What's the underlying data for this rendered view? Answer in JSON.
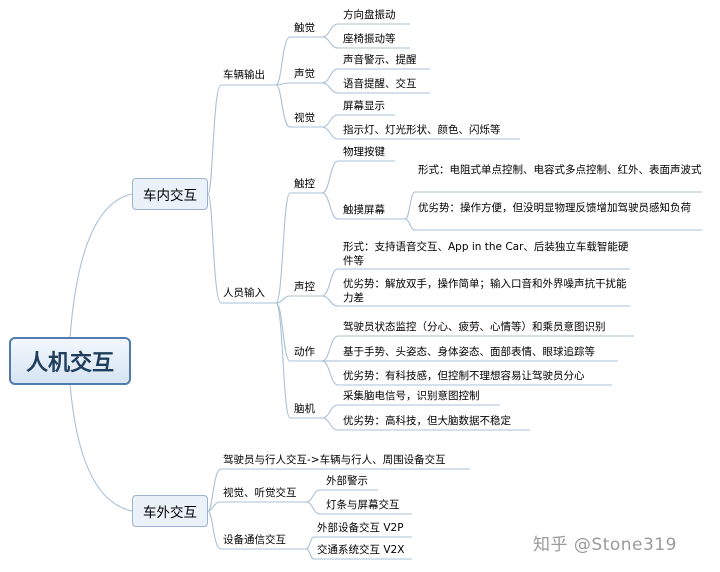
{
  "root": "人机交互",
  "in_car": {
    "label": "车内交互",
    "vehicle_output": {
      "label": "车辆输出",
      "touch": {
        "label": "触觉",
        "items": [
          "方向盘振动",
          "座椅振动等"
        ]
      },
      "sound": {
        "label": "声觉",
        "items": [
          "声音警示、提醒",
          "语音提醒、交互"
        ]
      },
      "visual": {
        "label": "视觉",
        "items": [
          "屏幕显示",
          "指示灯、灯光形状、颜色、闪烁等"
        ]
      }
    },
    "human_input": {
      "label": "人员输入",
      "touch": {
        "label": "触控",
        "physical": "物理按键",
        "screen": {
          "label": "触摸屏幕",
          "items": [
            "形式：电阻式单点控制、电容式多点控制、红外、表面声波式",
            "优劣势：操作方便，但没明显物理反馈增加驾驶员感知负荷"
          ]
        }
      },
      "voice": {
        "label": "声控",
        "items": [
          "形式：支持语音交互、App in the Car、后装独立车载智能硬件等",
          "优劣势：解放双手，操作简单；输入口音和外界噪声抗干扰能力差"
        ]
      },
      "gesture": {
        "label": "动作",
        "items": [
          "驾驶员状态监控（分心、疲劳、心情等）和乘员意图识别",
          "基于手势、头姿态、身体姿态、面部表情、眼球追踪等",
          "优劣势：有科技感，但控制不理想容易让驾驶员分心"
        ]
      },
      "brain": {
        "label": "脑机",
        "items": [
          "采集脑电信号，识别意图控制",
          "优劣势：高科技，但大脑数据不稳定"
        ]
      }
    }
  },
  "out_car": {
    "label": "车外交互",
    "driver_pedestrian": "驾驶员与行人交互->车辆与行人、周围设备交互",
    "visual_audio": {
      "label": "视觉、听觉交互",
      "items": [
        "外部警示",
        "灯条与屏幕交互"
      ]
    },
    "comm": {
      "label": "设备通信交互",
      "items": [
        "外部设备交互 V2P",
        "交通系统交互 V2X"
      ]
    }
  },
  "watermark": "知乎 @Stone319"
}
